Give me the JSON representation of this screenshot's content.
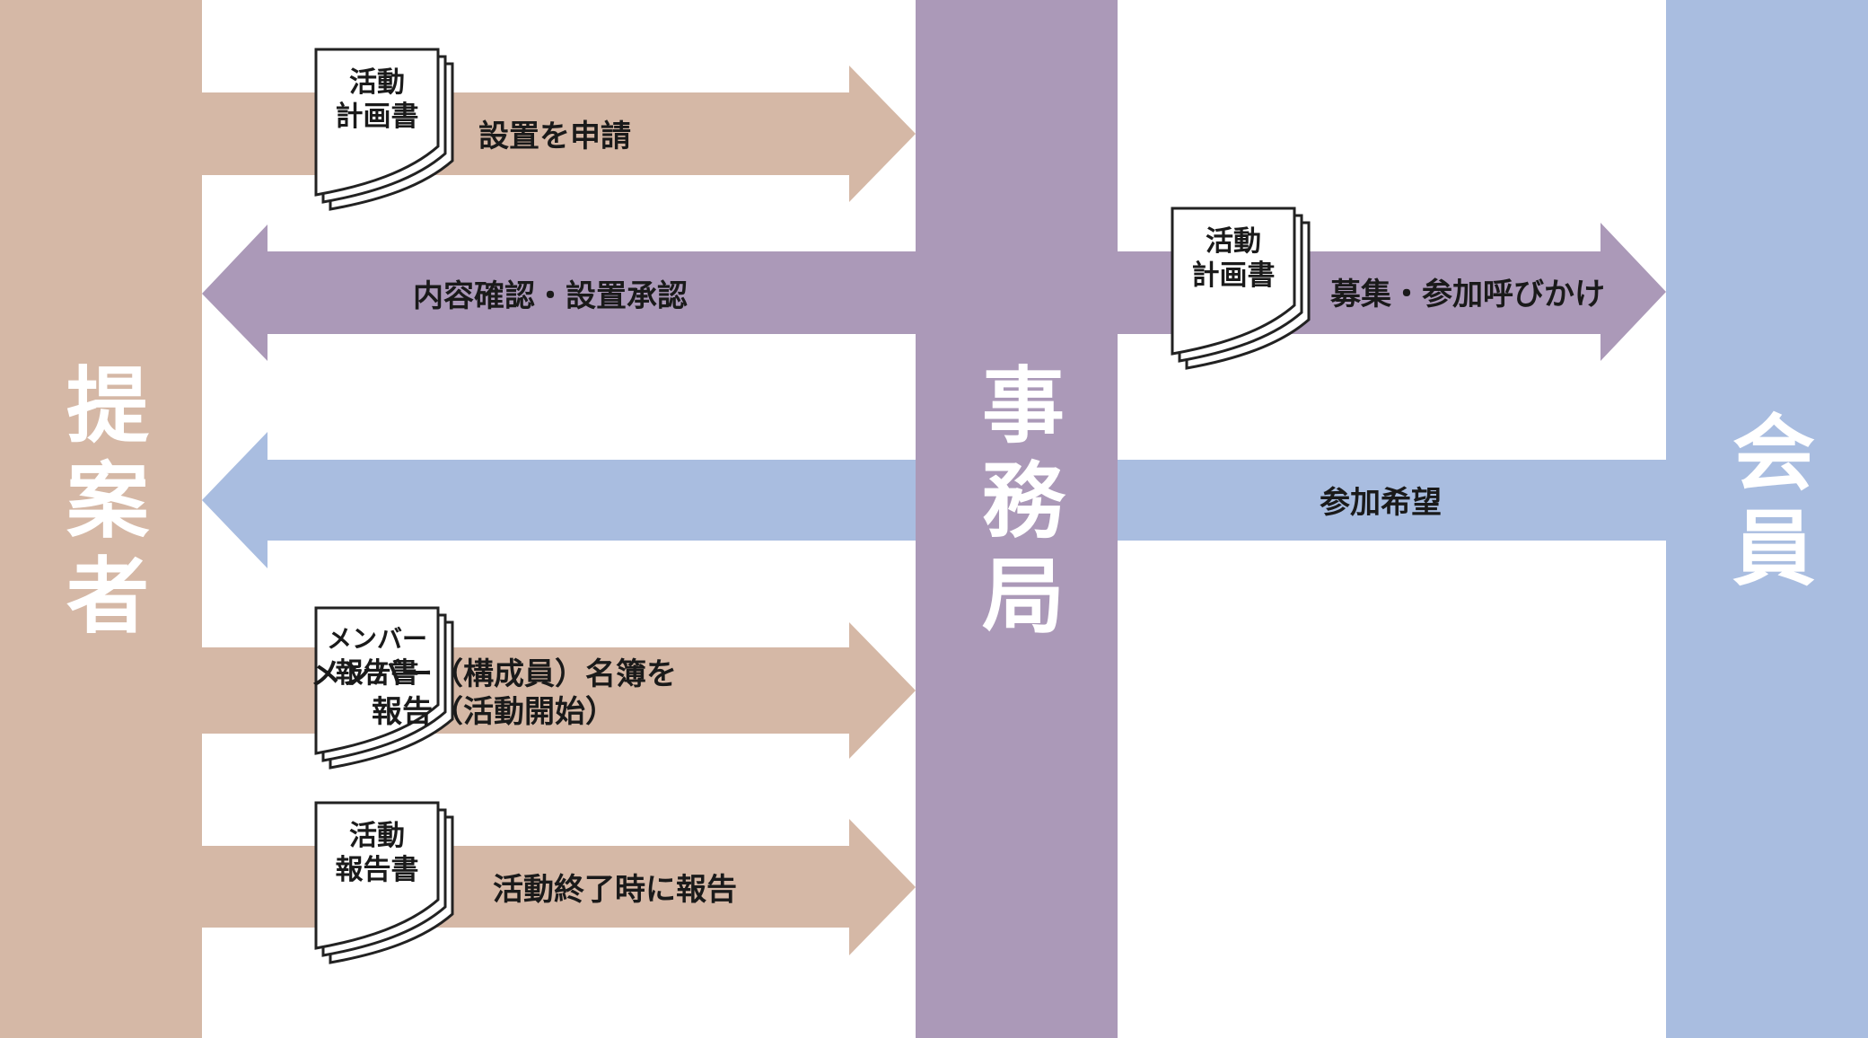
{
  "colors": {
    "proposer": "#d5b8a6",
    "secretariat": "#ab99b8",
    "member": "#a9bde0",
    "column_text": "#ffffff",
    "label_text": "#1a1a1a",
    "doc_fill": "#ffffff",
    "doc_stroke": "#222222"
  },
  "columns": {
    "proposer": {
      "label": "提案者"
    },
    "secretariat": {
      "label": "事務局"
    },
    "member": {
      "label": "会員"
    }
  },
  "flows": [
    {
      "from": "proposer",
      "to": "secretariat",
      "label_lines": [
        "設置を申請"
      ],
      "document_lines": [
        "活動",
        "計画書"
      ]
    },
    {
      "from": "secretariat",
      "to": "proposer",
      "label_lines": [
        "内容確認・設置承認"
      ],
      "document_lines": []
    },
    {
      "from": "secretariat",
      "to": "member",
      "label_lines": [
        "募集・参加呼びかけ"
      ],
      "document_lines": [
        "活動",
        "計画書"
      ]
    },
    {
      "from": "member",
      "to": "proposer",
      "label_lines": [
        "参加希望"
      ],
      "document_lines": []
    },
    {
      "from": "proposer",
      "to": "secretariat",
      "label_lines": [
        "メンバー（構成員）名簿を",
        "報告（活動開始）"
      ],
      "document_lines": [
        "メンバー",
        "報告書"
      ]
    },
    {
      "from": "proposer",
      "to": "secretariat",
      "label_lines": [
        "活動終了時に報告"
      ],
      "document_lines": [
        "活動",
        "報告書"
      ]
    }
  ]
}
